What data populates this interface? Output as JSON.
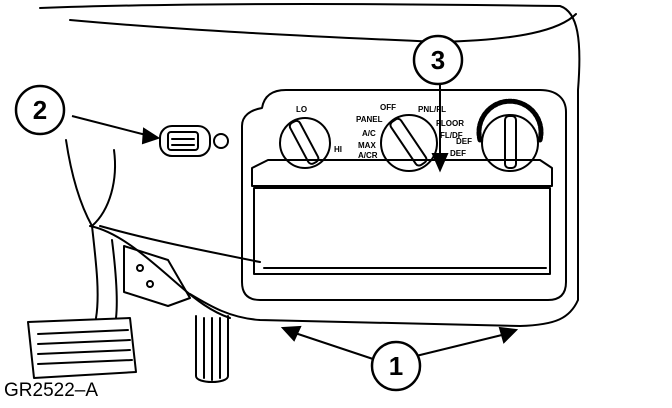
{
  "callouts": {
    "c1": "1",
    "c2": "2",
    "c3": "3"
  },
  "figure_id": "GR2522–A",
  "knob_labels": {
    "fan_lo": "LO",
    "fan_hi": "HI",
    "off": "OFF",
    "panel": "PANEL",
    "ac": "A/C",
    "max": "MAX",
    "acr": "A/CR",
    "pnl_fl": "PNL/FL",
    "floor": "FLOOR",
    "fl_df": "FL/DF",
    "def_mode": "DEF",
    "def_temp": "DEF"
  }
}
